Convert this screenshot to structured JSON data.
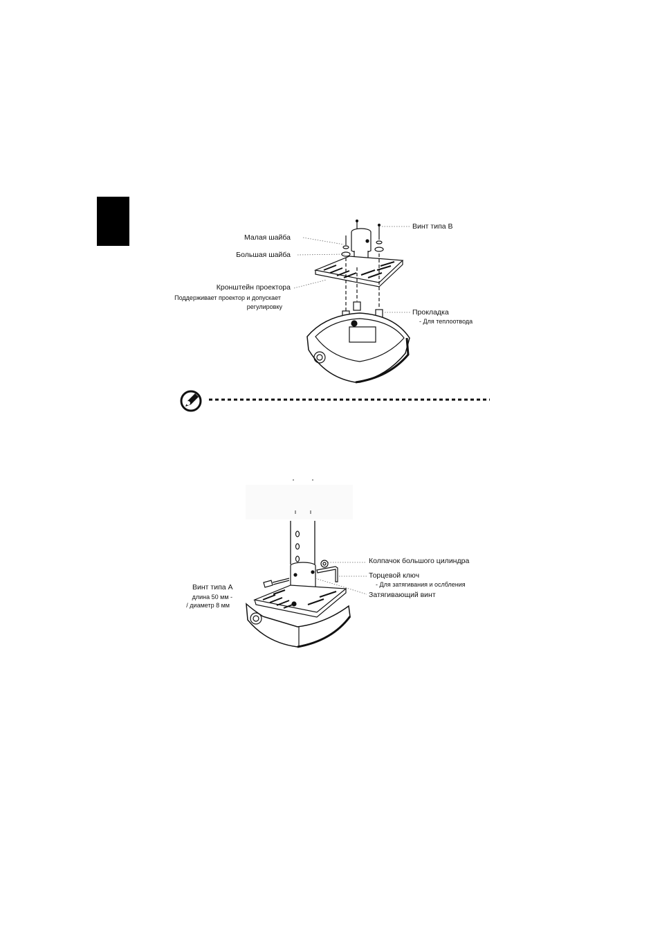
{
  "figure1": {
    "small_washer": "Малая шайба",
    "large_washer": "Большая шайба",
    "bracket": "Кронштейн проектора",
    "bracket_desc_1": "Поддерживает проектор и допускает",
    "bracket_desc_2": "регулировку",
    "screw_b": "Винт типа B",
    "spacer": "Прокладка",
    "spacer_desc": "- Для теплоотвода"
  },
  "figure2": {
    "screw_a": "Винт типа А",
    "screw_a_len": "длина 50 мм -",
    "screw_a_dia": "/ диаметр 8 мм",
    "cap": "Колпачок большого цилиндра",
    "wrench": "Торцевой ключ",
    "wrench_desc": "- Для затягивания и ослбления",
    "tightening_screw": "Затягивающий винт"
  },
  "colors": {
    "ink": "#111111",
    "tab": "#000000"
  },
  "icons": {
    "note": "note-pencil-icon"
  }
}
